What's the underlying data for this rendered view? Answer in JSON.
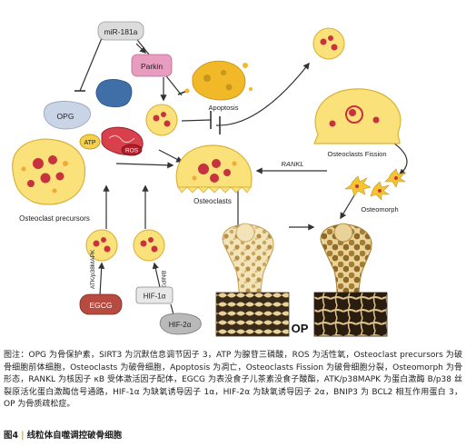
{
  "diagram": {
    "nodes": {
      "mir181a": "miR-181a",
      "parkin": "Parkin",
      "apoptosis": "Apoptosis",
      "opg": "OPG",
      "atp": "ATP",
      "ros": "ROS",
      "osteoclast_precursors": "Osteoclast precursors",
      "osteoclasts": "Osteoclasts",
      "osteoclasts_fission": "Osteoclasts Fission",
      "rankl": "RANKL",
      "osteomorph": "Osteomorph",
      "atk_p38mapk": "ATK/p38MAPK",
      "egcg": "EGCG",
      "hif1a": "HIF-1α",
      "bnip3": "BNIP3",
      "hif2a": "HIF-2α",
      "op": "OP"
    },
    "colors": {
      "cell_yellow": "#fbe17a",
      "cell_outline": "#d9b23a",
      "nucleus_red": "#c8323e",
      "mito_red": "#d8404c",
      "blob_blue": "#3f6fa6",
      "opg_shape": "#c9d5e6",
      "parkin_pink": "#e79cc0",
      "mir_grey": "#dcdcdc",
      "egcg_red": "#b84b3f",
      "hif2a_grey": "#b9b9b9",
      "apoptosis_yellow": "#f1b928",
      "osteomorph_gold": "#f4c431",
      "bone_beige": "#f0ddb0"
    }
  },
  "caption": {
    "notes": "图注：OPG 为骨保护素，SIRT3 为沉默信息调节因子 3，ATP 为腺苷三磷酸，ROS 为活性氧，Osteoclast precursors 为破骨细胞前体细胞，Osteoclasts 为破骨细胞，Apoptosis 为凋亡，Osteoclasts Fission 为破骨细胞分裂，Osteomorph 为骨形态，RANKL 为核因子 κB 受体激活因子配体，EGCG 为表没食子儿茶素没食子酸酯，ATK/p38MAPK 为蛋白激酶 B/p38 丝裂原活化蛋白激酶信号通路，HIF-1α 为缺氧诱导因子 1α，HIF-2α 为缺氧诱导因子 2α，BNIP3 为 BCL2 相互作用蛋白 3，OP 为骨质疏松症。",
    "figure_label": "图4",
    "figure_title": "线粒体自噬调控破骨细胞"
  }
}
